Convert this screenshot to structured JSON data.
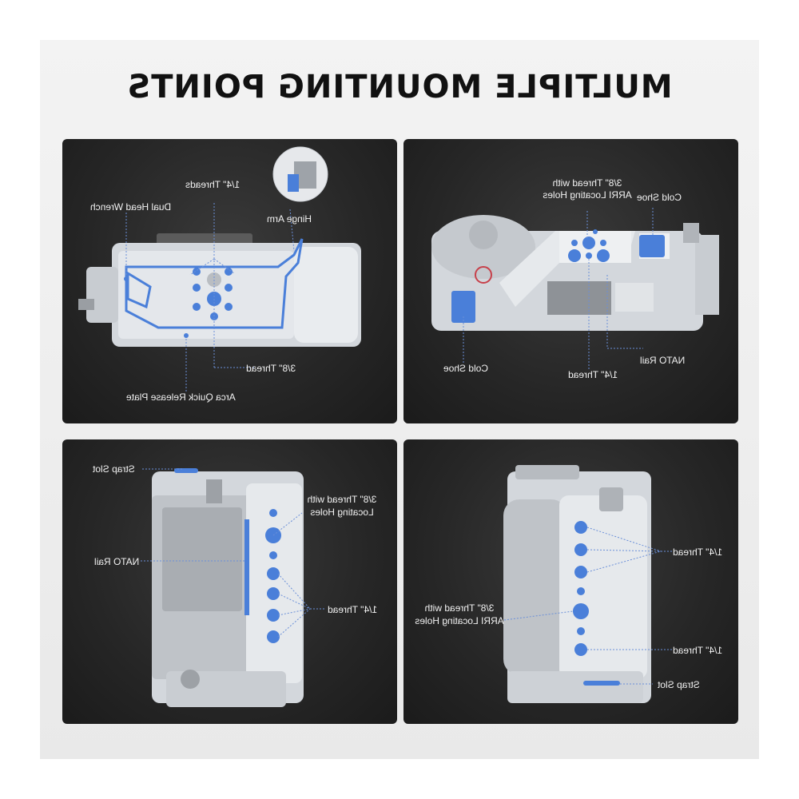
{
  "headline": "MULTIPLE MOUNTING POINTS",
  "panels": {
    "top_left": {
      "labels": {
        "threads_quarter": "1/4\" Threads",
        "dual_head_wrench": "Dual Head Wrench",
        "hinge_arm": "Hinge Arm",
        "thread_three_eighths": "3/8\" Thread",
        "arca_plate": "Arca Quick Release Plate"
      }
    },
    "top_right": {
      "labels": {
        "arri_line1": "3/8\" Thread with",
        "arri_line2": "ARRI Locating Holes",
        "cold_shoe_right": "Cold Shoe",
        "cold_shoe_left": "Cold Shoe",
        "nato_rail": "NATO Rail",
        "thread_quarter": "1/4\" Thread"
      }
    },
    "bottom_left": {
      "labels": {
        "strap_slot": "Strap Slot",
        "locating_line1": "3/8\" Thread with",
        "locating_line2": "Locating Holes",
        "nato_rail": "NATO Rail",
        "thread_quarter": "1/4\" Thread"
      }
    },
    "bottom_right": {
      "labels": {
        "thread_quarter_top": "1/4\" Thread",
        "arri_line1": "3/8\" Thread with",
        "arri_line2": "ARRI Locating Holes",
        "thread_quarter_bottom": "1/4\" Thread",
        "strap_slot": "Strap Slot"
      }
    }
  },
  "colors": {
    "accent_blue": "#4a7fd9",
    "cage_silver": "#d9dde2",
    "panel_dark": "#262626",
    "background": "#ececec"
  }
}
